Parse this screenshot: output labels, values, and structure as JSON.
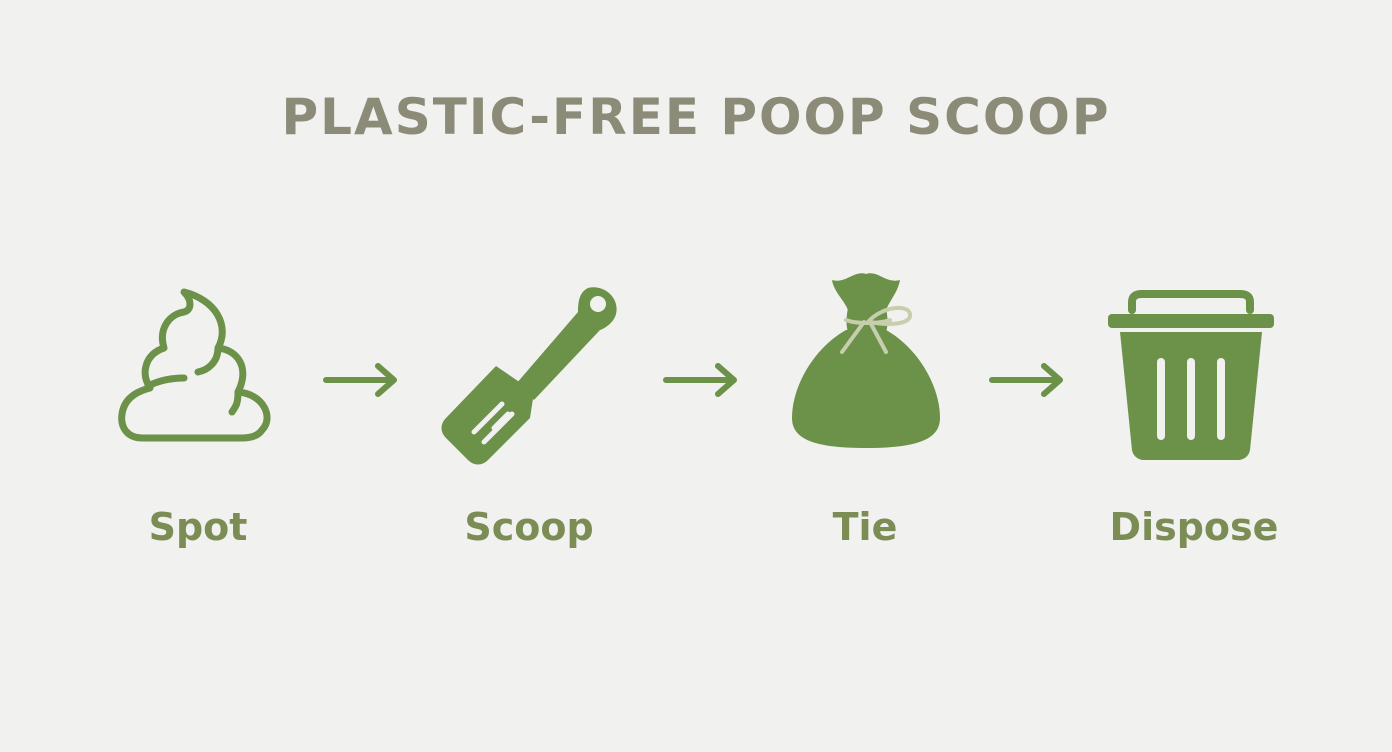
{
  "title": "PLASTIC-FREE POOP SCOOP",
  "colors": {
    "background": "#f1f1ef",
    "title": "#8b8b78",
    "icon_green": "#6c9148",
    "label_green": "#7b8d55",
    "tie_string": "#c7ceae"
  },
  "steps": [
    {
      "label": "Spot",
      "icon": "poop-outline-icon"
    },
    {
      "label": "Scoop",
      "icon": "scoop-icon"
    },
    {
      "label": "Tie",
      "icon": "tied-bag-icon"
    },
    {
      "label": "Dispose",
      "icon": "trash-bin-icon"
    }
  ],
  "connectors": [
    "arrow-right-icon",
    "arrow-right-icon",
    "arrow-right-icon"
  ]
}
